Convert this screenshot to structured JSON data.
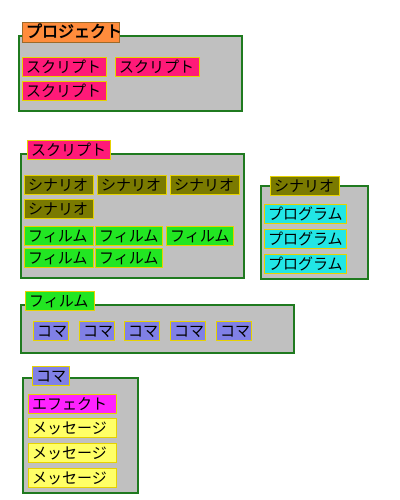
{
  "colors": {
    "panel_bg": "#c0c0c0",
    "panel_border": "#1f7a1f",
    "project": "#ff8c3c",
    "script": "#ff1a78",
    "scenario": "#7a7a00",
    "film": "#22e622",
    "program": "#22e6e6",
    "frame": "#8080e6",
    "effect": "#ff22ff",
    "message": "#ffff66"
  },
  "project": {
    "title": "プロジェクト",
    "items": [
      "スクリプト",
      "スクリプト",
      "スクリプト"
    ]
  },
  "script": {
    "title": "スクリプト",
    "scenarios": [
      "シナリオ",
      "シナリオ",
      "シナリオ",
      "シナリオ"
    ],
    "films": [
      "フィルム",
      "フィルム",
      "フィルム",
      "フィルム",
      "フィルム"
    ]
  },
  "scenario": {
    "title": "シナリオ",
    "items": [
      "プログラム",
      "プログラム",
      "プログラム"
    ]
  },
  "film": {
    "title": "フィルム",
    "items": [
      "コマ",
      "コマ",
      "コマ",
      "コマ",
      "コマ"
    ]
  },
  "frame": {
    "title": "コマ",
    "items": [
      "エフェクト",
      "メッセージ",
      "メッセージ",
      "メッセージ"
    ]
  }
}
